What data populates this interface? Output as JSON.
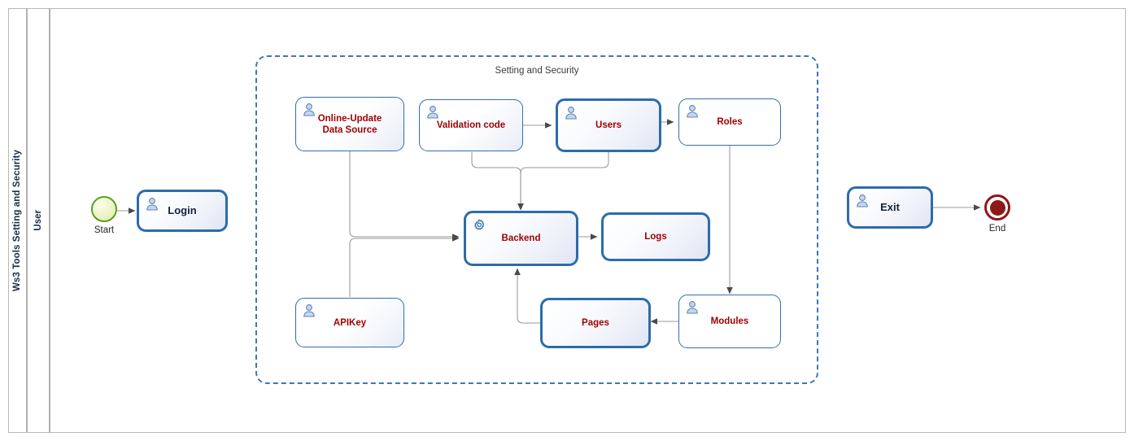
{
  "pool": {
    "label": "Ws3 Tools Setting and Security",
    "lane_label": "User"
  },
  "group": {
    "label": "Setting and Security"
  },
  "events": [
    {
      "id": "start",
      "type": "start-event",
      "label": "Start",
      "icon": "start-event-circle"
    },
    {
      "id": "end",
      "type": "end-event",
      "label": "End",
      "icon": "end-event-circle"
    }
  ],
  "tasks": [
    {
      "id": "login",
      "label": "Login",
      "icon": "user-task-icon",
      "label_style": "dark"
    },
    {
      "id": "online_update",
      "label": "Online-Update\nData Source",
      "icon": "user-task-icon",
      "label_style": "red"
    },
    {
      "id": "validation",
      "label": "Validation code",
      "icon": "user-task-icon",
      "label_style": "red"
    },
    {
      "id": "users",
      "label": "Users",
      "icon": "user-task-icon",
      "label_style": "red"
    },
    {
      "id": "roles",
      "label": "Roles",
      "icon": "user-task-icon",
      "label_style": "red"
    },
    {
      "id": "backend",
      "label": "Backend",
      "icon": "service-gear-icon",
      "label_style": "red"
    },
    {
      "id": "logs",
      "label": "Logs",
      "icon": "none",
      "label_style": "red"
    },
    {
      "id": "apikey",
      "label": "APIKey",
      "icon": "user-task-icon",
      "label_style": "red"
    },
    {
      "id": "pages",
      "label": "Pages",
      "icon": "none",
      "label_style": "red"
    },
    {
      "id": "modules",
      "label": "Modules",
      "icon": "user-task-icon",
      "label_style": "red"
    },
    {
      "id": "exit",
      "label": "Exit",
      "icon": "user-task-icon",
      "label_style": "dark"
    }
  ],
  "flows": [
    {
      "from": "start",
      "to": "login"
    },
    {
      "from": "validation",
      "to": "users"
    },
    {
      "from": "users",
      "to": "roles"
    },
    {
      "from": "validation",
      "to": "backend"
    },
    {
      "from": "users",
      "to": "backend"
    },
    {
      "from": "online_update",
      "to": "backend"
    },
    {
      "from": "apikey",
      "to": "backend"
    },
    {
      "from": "backend",
      "to": "logs"
    },
    {
      "from": "roles",
      "to": "modules"
    },
    {
      "from": "modules",
      "to": "pages"
    },
    {
      "from": "pages",
      "to": "backend"
    },
    {
      "from": "exit",
      "to": "end"
    }
  ],
  "colors": {
    "task_border": "#2f6fac",
    "task_label_red": "#9c0000",
    "task_label_dark": "#13223d",
    "group_border": "#3f77b5",
    "start_border": "#5a9e28",
    "end_fill": "#8f1818",
    "connector": "#9a9a9a",
    "pool_border": "#b8b8b8"
  }
}
